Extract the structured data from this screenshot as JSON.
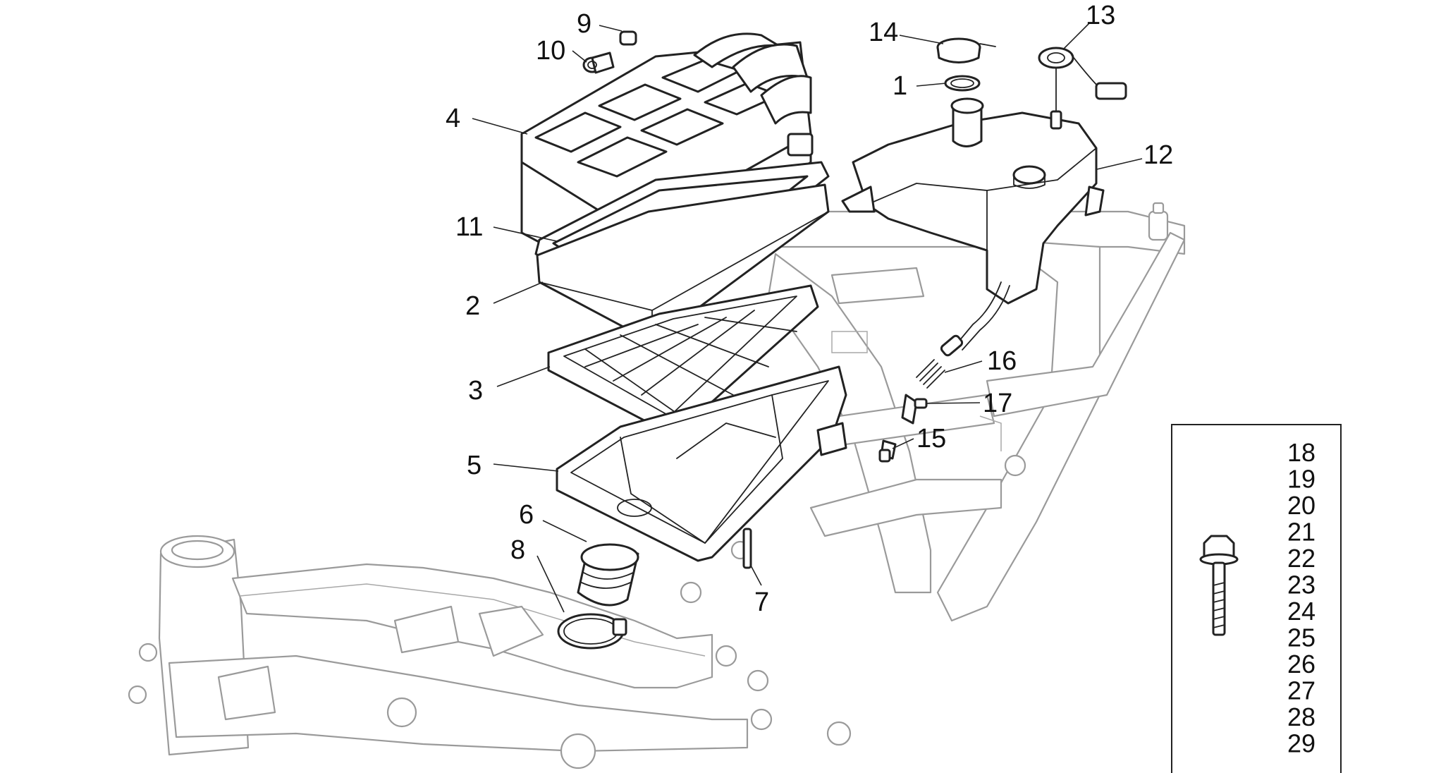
{
  "callouts": [
    {
      "id": "c1",
      "label": "1"
    },
    {
      "id": "c2",
      "label": "2"
    },
    {
      "id": "c3",
      "label": "3"
    },
    {
      "id": "c4",
      "label": "4"
    },
    {
      "id": "c5",
      "label": "5"
    },
    {
      "id": "c6",
      "label": "6"
    },
    {
      "id": "c7",
      "label": "7"
    },
    {
      "id": "c8",
      "label": "8"
    },
    {
      "id": "c9",
      "label": "9"
    },
    {
      "id": "c10",
      "label": "10"
    },
    {
      "id": "c11",
      "label": "11"
    },
    {
      "id": "c12",
      "label": "12"
    },
    {
      "id": "c13",
      "label": "13"
    },
    {
      "id": "c14",
      "label": "14"
    },
    {
      "id": "c15",
      "label": "15"
    },
    {
      "id": "c16",
      "label": "16"
    },
    {
      "id": "c17",
      "label": "17"
    }
  ],
  "legend": {
    "icon": "bolt-icon",
    "numbers": [
      "18",
      "19",
      "20",
      "21",
      "22",
      "23",
      "24",
      "25",
      "26",
      "27",
      "28",
      "29"
    ]
  },
  "colors": {
    "ink": "#222222",
    "frame": "#9a9a9a",
    "background": "#ffffff"
  }
}
